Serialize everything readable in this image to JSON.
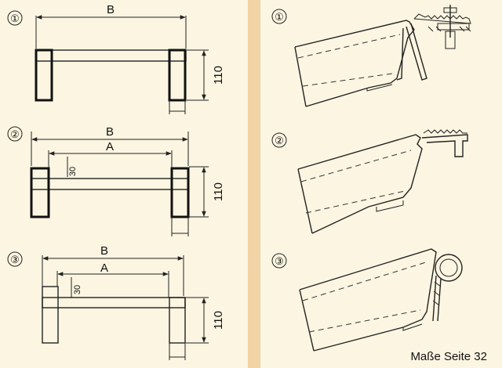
{
  "left_panel": {
    "variants": [
      {
        "number_label": "①",
        "dim_b": "B",
        "dim_height": "110"
      },
      {
        "number_label": "②",
        "dim_b": "B",
        "dim_a": "A",
        "dim_30": "30",
        "dim_height": "110"
      },
      {
        "number_label": "③",
        "dim_b": "B",
        "dim_a": "A",
        "dim_30": "30",
        "dim_height": "110"
      }
    ]
  },
  "right_panel": {
    "variants": [
      {
        "number_label": "①"
      },
      {
        "number_label": "②"
      },
      {
        "number_label": "③"
      }
    ]
  },
  "footer": {
    "reference_text": "Maße Seite 32"
  }
}
